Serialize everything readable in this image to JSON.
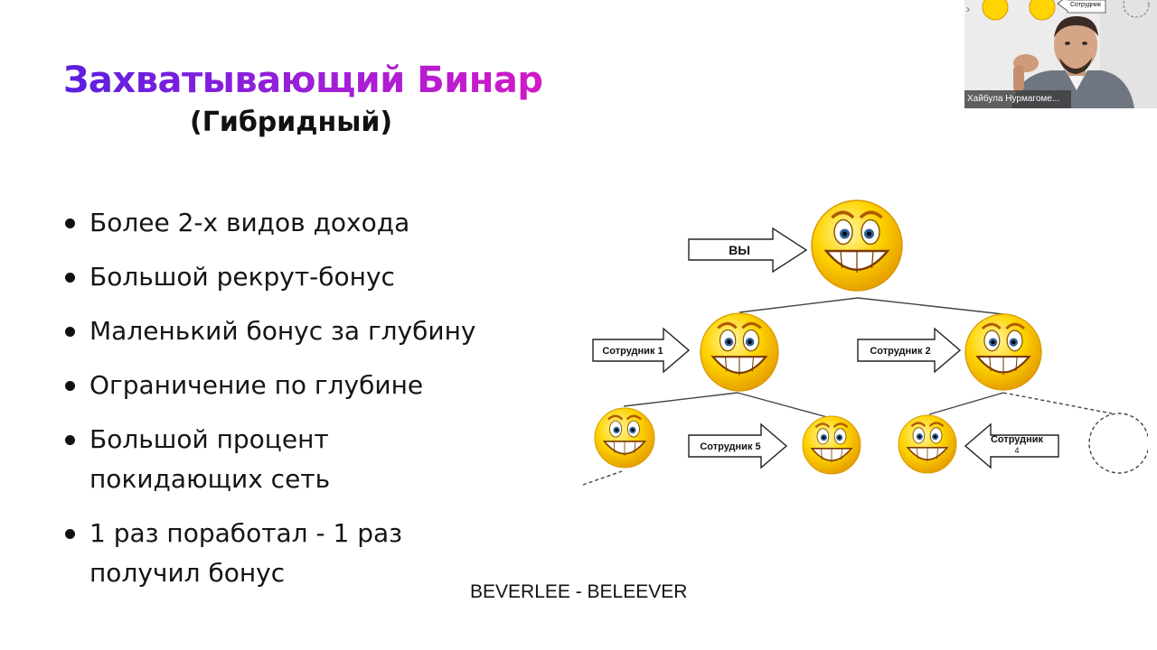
{
  "slide": {
    "title": "Захватывающий Бинар",
    "subtitle": "(Гибридный)",
    "bullets": [
      {
        "line1": "Более 2-х видов дохода"
      },
      {
        "line1": "Большой рекрут-бонус"
      },
      {
        "line1": "Маленький бонус за глубину"
      },
      {
        "line1": "Ограничение по глубине"
      },
      {
        "line1": "Большой процент",
        "line2": "покидающих сеть"
      },
      {
        "line1": "1 раз поработал - 1 раз",
        "line2": "получил бонус"
      }
    ],
    "footer": "BEVERLEE - BELEEVER"
  },
  "diagram": {
    "you_label": "ВЫ",
    "employee_1": "Сотрудник 1",
    "employee_2": "Сотрудник 2",
    "employee_5": "Сотрудник 5",
    "employee_4_line1": "Сотрудник",
    "employee_4_line2": "4"
  },
  "video": {
    "participant_name": "Хайбула Нурмагоме...",
    "mini_employee_label": "Сотрудник"
  },
  "colors": {
    "title_gradient_start": "#5b1fe0",
    "title_gradient_end": "#d21ac8",
    "smiley_fill": "#ffd400",
    "smiley_edge": "#d79a00"
  }
}
